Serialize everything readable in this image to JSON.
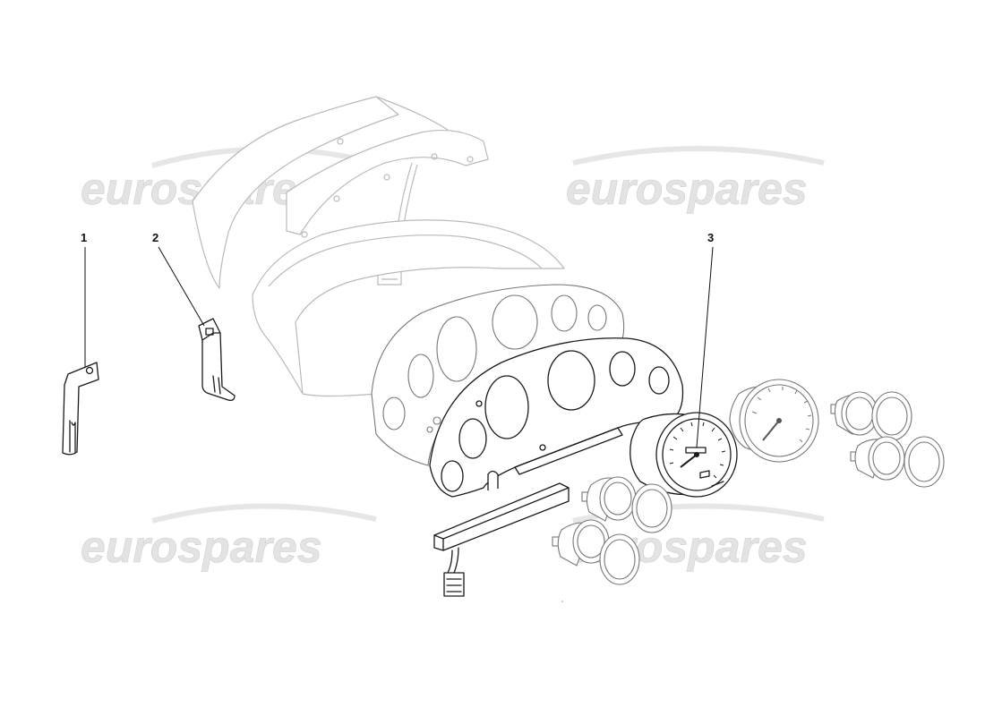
{
  "watermark": {
    "text": "eurospares",
    "color": "#d9d9d9"
  },
  "callouts": [
    {
      "number": "1"
    },
    {
      "number": "2"
    },
    {
      "number": "3"
    }
  ],
  "icons": {
    "part1": "flat-bracket",
    "part2": "mounting-bracket",
    "part3": "speedometer-gauge"
  }
}
